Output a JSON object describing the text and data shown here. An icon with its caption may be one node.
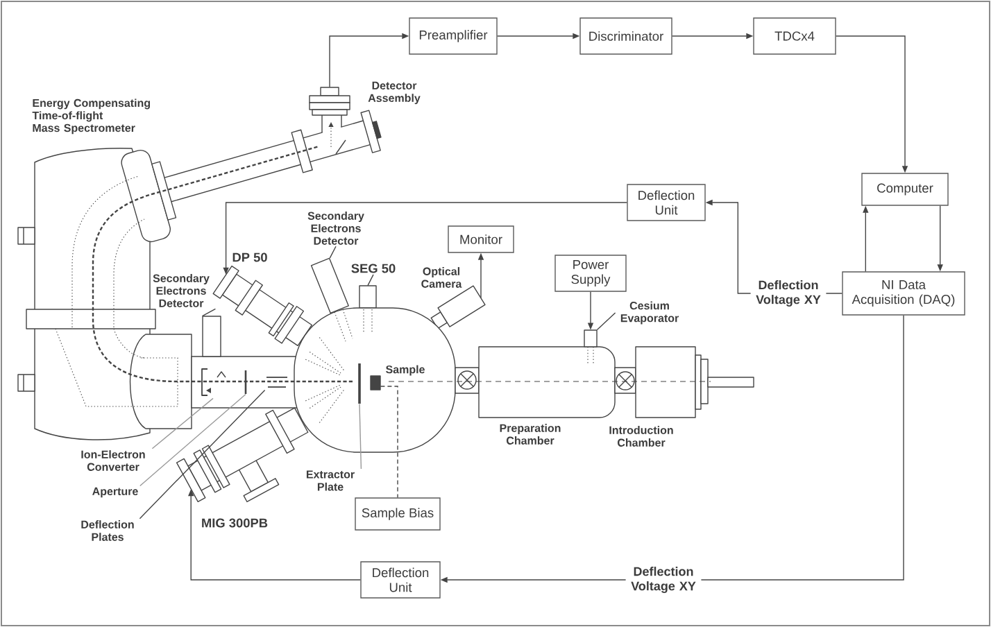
{
  "diagram": {
    "nodes": [
      {
        "text": [
          "Preamplifier"
        ]
      },
      {
        "text": [
          "Discriminator"
        ]
      },
      {
        "text": [
          "TDCx4"
        ]
      },
      {
        "text": [],
        "shape": "picture",
        "beside": [
          "Detector Assembly"
        ]
      },
      {
        "text": [
          "Computer"
        ]
      },
      {
        "text": [
          "Deflection Unit"
        ]
      },
      {
        "text": [
          "Secondary Electrons Detector"
        ]
      },
      {
        "text": [
          "Monitor"
        ]
      },
      {
        "text": [
          "Power Supply"
        ]
      },
      {
        "text": [],
        "shape": "picture",
        "beside": [
          "DP 50"
        ]
      },
      {
        "text": [
          "SEG 50"
        ]
      },
      {
        "text": [],
        "shape": "picture",
        "beside": [
          "Optical Camera"
        ]
      },
      {
        "text": [
          "NI Data Acquisition (DAQ)"
        ]
      },
      {
        "text": [
          "Secondary Electrons Detector"
        ]
      },
      {
        "text": [
          "Cesium Evaporator"
        ]
      },
      {
        "text": [],
        "shape": "box"
      },
      {
        "text": [],
        "shape": "box"
      },
      {
        "text": [],
        "shape": "box"
      },
      {
        "text": [],
        "shape": "box"
      },
      {
        "text": [],
        "shape": "picture"
      },
      {
        "text": [],
        "shape": "bar"
      },
      {
        "text": [],
        "shape": "picture"
      },
      {
        "text": [],
        "shape": "bar"
      },
      {
        "text": [],
        "shape": "box",
        "beside": [
          "Sample"
        ]
      },
      {
        "text": [
          "Ion-Electron Converter"
        ]
      },
      {
        "text": [
          "Extractor Plate"
        ]
      },
      {
        "text": [
          "Aperture"
        ]
      },
      {
        "text": [
          "Sample Bias"
        ]
      },
      {
        "text": [],
        "shape": "picture",
        "beside": [
          "MIG 300PB"
        ]
      },
      {
        "text": [
          "Deflection Plates"
        ]
      },
      {
        "text": [
          "Deflection Unit"
        ]
      }
    ],
    "edges": [
      {
        "from": 3,
        "to": 0,
        "arrow": "to"
      },
      {
        "from": 0,
        "to": 1,
        "arrow": "to"
      },
      {
        "from": 1,
        "to": 2,
        "arrow": "to"
      },
      {
        "from": 2,
        "to": 4,
        "arrow": "to"
      },
      {
        "from": 12,
        "to": 4,
        "arrow": "to"
      },
      {
        "from": 4,
        "to": 12,
        "arrow": "to"
      },
      {
        "from": 12,
        "to": 5,
        "arrow": "to",
        "label": "Deflection Voltage XY"
      },
      {
        "from": 5,
        "to": 9,
        "arrow": "to"
      },
      {
        "from": 12,
        "to": 30,
        "arrow": "to",
        "label": "Deflection Voltage XY"
      },
      {
        "from": 30,
        "to": 28,
        "arrow": "to"
      },
      {
        "from": 11,
        "to": 7,
        "arrow": "to"
      },
      {
        "from": 8,
        "to": 18,
        "arrow": "to"
      },
      {
        "from": 23,
        "to": 27,
        "arrow": "none",
        "style": "dashed"
      },
      {
        "from": 14,
        "to": 18,
        "arrow": "none"
      },
      {
        "from": 6,
        "to": 15,
        "arrow": "none"
      },
      {
        "from": 10,
        "to": 16,
        "arrow": "none"
      },
      {
        "from": 13,
        "to": 17,
        "arrow": "none"
      },
      {
        "from": 24,
        "to": 19,
        "arrow": "none",
        "color": "#999999"
      },
      {
        "from": 26,
        "to": 20,
        "arrow": "none",
        "color": "#999999"
      },
      {
        "from": 29,
        "to": 21,
        "arrow": "none"
      },
      {
        "from": 25,
        "to": 22,
        "arrow": "none",
        "color": "#999999"
      }
    ],
    "labels": [
      "Energy Compensating Time-of-flight Mass Spectrometer",
      "Preparation Chamber",
      "Introduction Chamber"
    ]
  }
}
